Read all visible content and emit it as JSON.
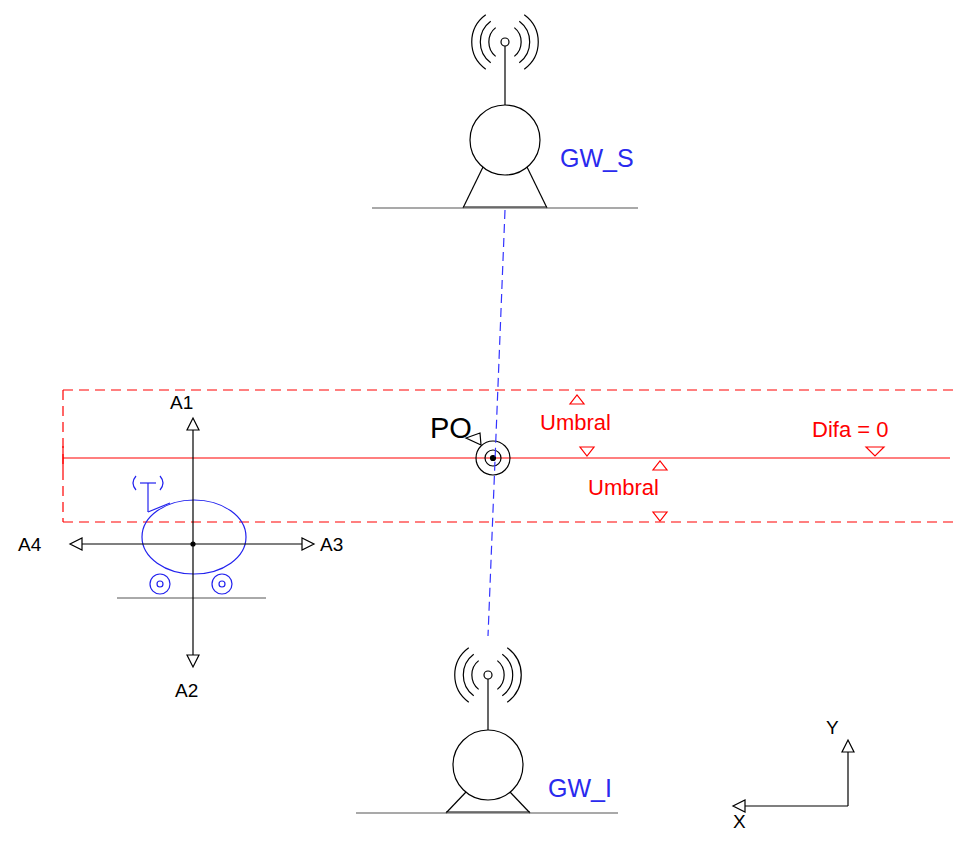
{
  "diagram": {
    "nodes": [
      {
        "text": [
          "GW_S"
        ]
      },
      {
        "text": [
          "GW_I"
        ]
      }
    ],
    "edges": [
      {
        "from": 0,
        "to": 1,
        "arrow": "none"
      }
    ],
    "labels": [
      "PO",
      "Umbral",
      "Umbral",
      "Difa = 0",
      "A1",
      "A2",
      "A3",
      "A4",
      "Y",
      "X"
    ]
  }
}
